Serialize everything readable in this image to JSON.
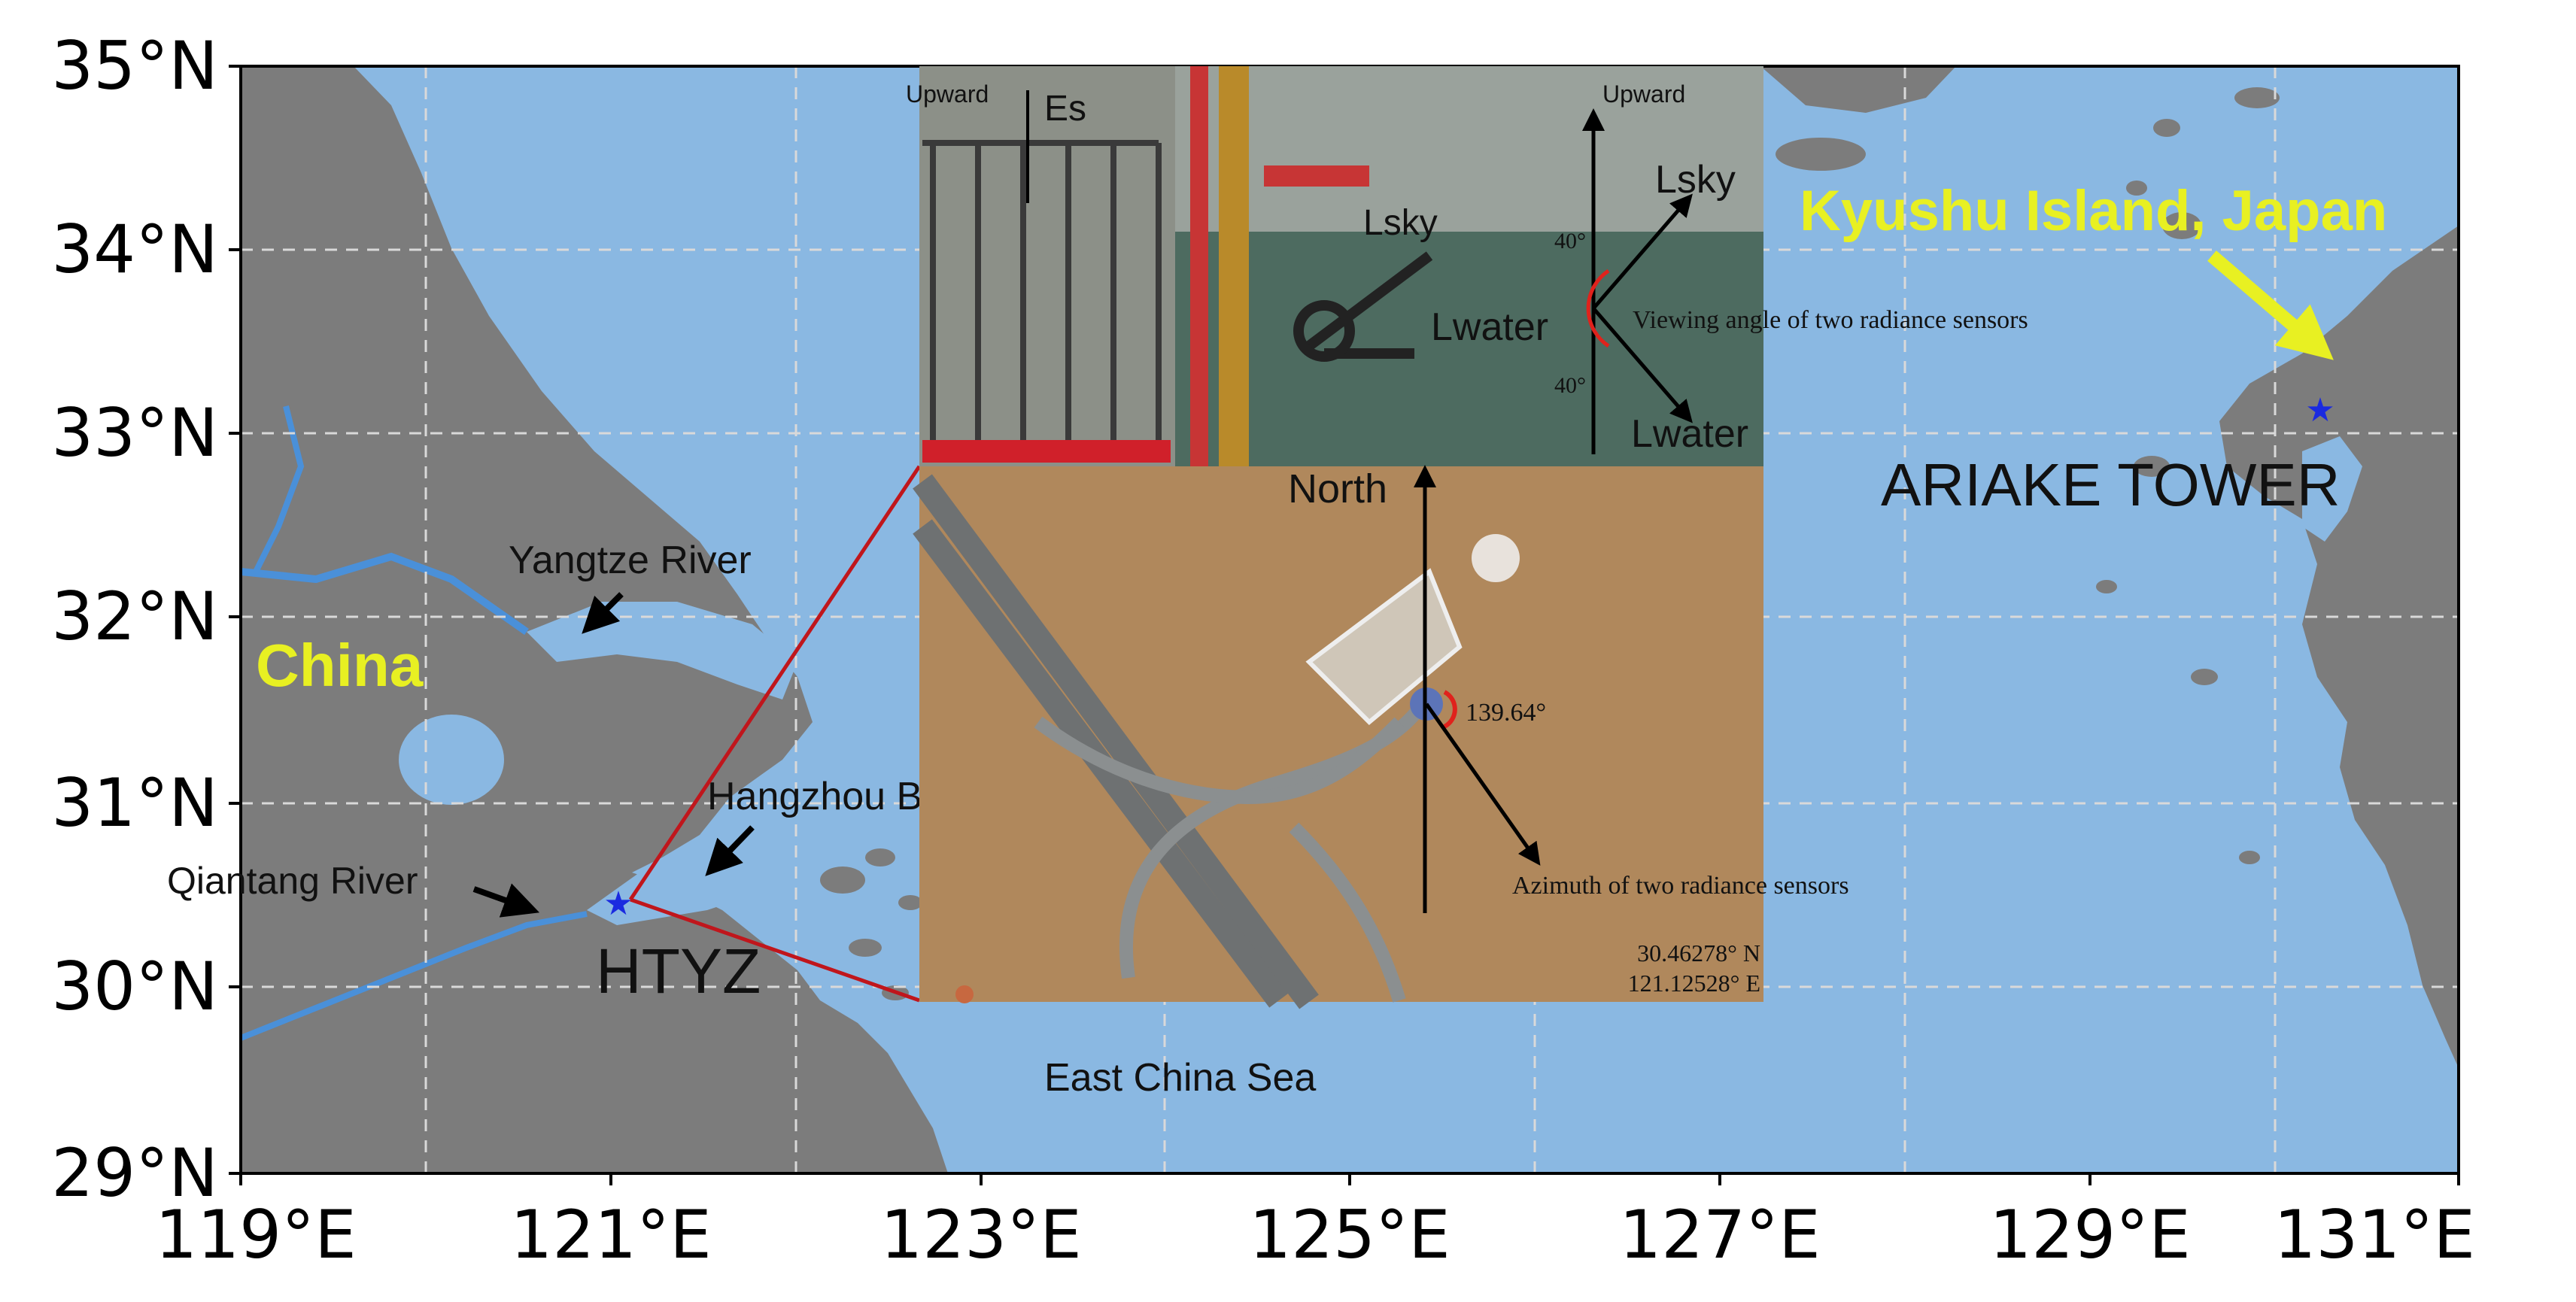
{
  "map": {
    "y_ticks": [
      "35°N",
      "34°N",
      "33°N",
      "32°N",
      "31°N",
      "30°N",
      "29°N"
    ],
    "x_ticks": [
      "119°E",
      "121°E",
      "123°E",
      "125°E",
      "127°E",
      "129°E",
      "131°E"
    ],
    "labels": {
      "china": "China",
      "yangtze": "Yangtze River",
      "qiantang": "Qiantang River",
      "hangzhou": "Hangzhou Bay",
      "htyz": "HTYZ",
      "east_china_sea": "East China Sea",
      "ariake": "ARIAKE TOWER",
      "kyushu": "Kyushu Island, Japan"
    },
    "colors": {
      "sea": "#8ab8e2",
      "land": "#7c7c7c",
      "river": "#4a90d9",
      "star": "#1a2ae0",
      "callout_line": "#c0161c",
      "highlight_text": "#e8f022",
      "water_photo": "#b0885c"
    }
  },
  "photo_inset": {
    "upward_left": "Upward",
    "es": "Es",
    "upward_right": "Upward",
    "lsky_left": "Lsky",
    "lwater_left": "Lwater",
    "lsky_right": "Lsky",
    "lwater_right": "Lwater",
    "angle_top": "40°",
    "angle_bottom": "40°",
    "viewing_angle": "Viewing angle of two radiance sensors"
  },
  "aerial_inset": {
    "north": "North",
    "azimuth_value": "139.64°",
    "azimuth_label": "Azimuth of two radiance sensors",
    "lat": "30.46278° N",
    "lon": "121.12528° E"
  }
}
